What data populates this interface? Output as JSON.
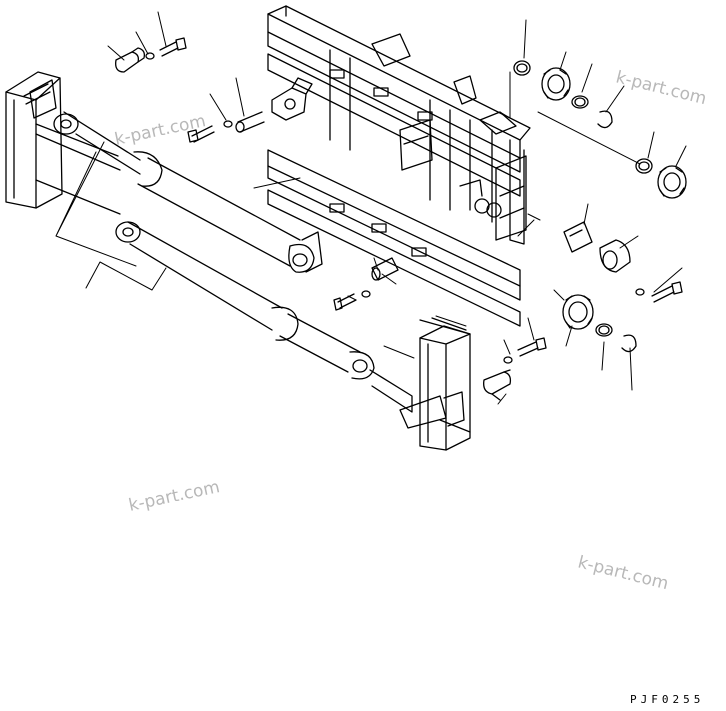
{
  "watermarks": [
    "k-part.com",
    "k-part.com",
    "k-part.com",
    "k-part.com"
  ],
  "drawing_code": "PJF0255",
  "colors": {
    "ink": "#000000",
    "watermark": "#b8b8b8",
    "background": "#ffffff"
  }
}
